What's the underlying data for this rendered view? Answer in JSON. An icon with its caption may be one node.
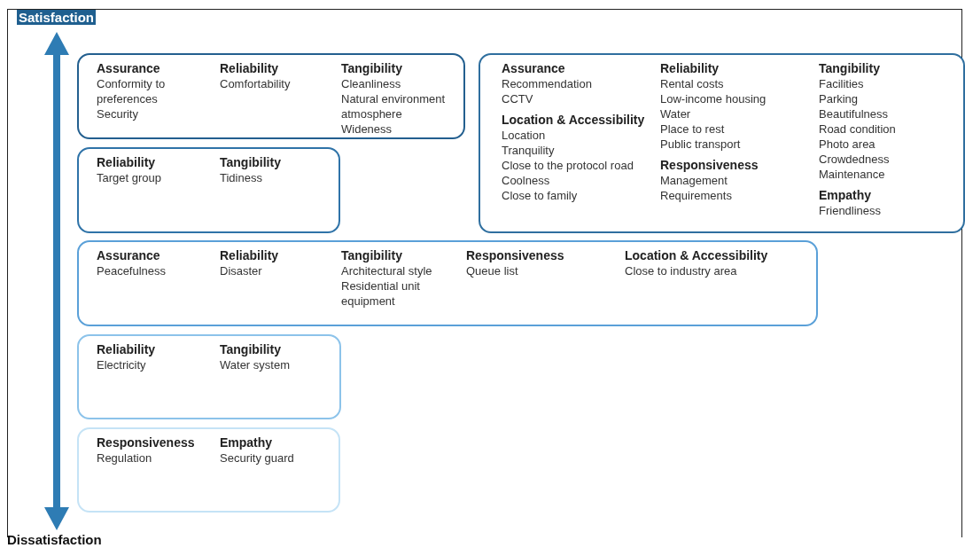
{
  "diagram": {
    "nodes": [
      {
        "text": [
          "Assurance",
          "Conformity to preferences",
          "Security",
          "Reliability",
          "Comfortability",
          "Tangibility",
          "Cleanliness",
          "Natural environment atmosphere",
          "Wideness"
        ]
      },
      {
        "text": [
          "Assurance",
          "Recommendation",
          "CCTV",
          "Location & Accessibility",
          "Location",
          "Tranquility",
          "Close to the protocol road",
          "Coolness",
          "Close to family",
          "Reliability",
          "Rental costs",
          "Low-income housing",
          "Water",
          "Place to rest",
          "Public transport",
          "Responsiveness",
          "Management",
          "Requirements",
          "Tangibility",
          "Facilities",
          "Parking",
          "Beautifulness",
          "Road condition",
          "Photo area",
          "Crowdedness",
          "Maintenance",
          "Empathy",
          "Friendliness"
        ]
      },
      {
        "text": [
          "Reliability",
          "Target group",
          "Tangibility",
          "Tidiness"
        ]
      },
      {
        "text": [
          "Assurance",
          "Peacefulness",
          "Reliability",
          "Disaster",
          "Tangibility",
          "Architectural style",
          "Residential unit equipment",
          "Responsiveness",
          "Queue list",
          "Location & Accessibility",
          "Close to industry area"
        ]
      },
      {
        "text": [
          "Reliability",
          "Electricity",
          "Tangibility",
          "Water system"
        ]
      },
      {
        "text": [
          "Responsiveness",
          "Regulation",
          "Empathy",
          "Security guard"
        ]
      }
    ],
    "edges": [],
    "labels": [
      "Satisfaction",
      "Dissatisfaction"
    ]
  }
}
